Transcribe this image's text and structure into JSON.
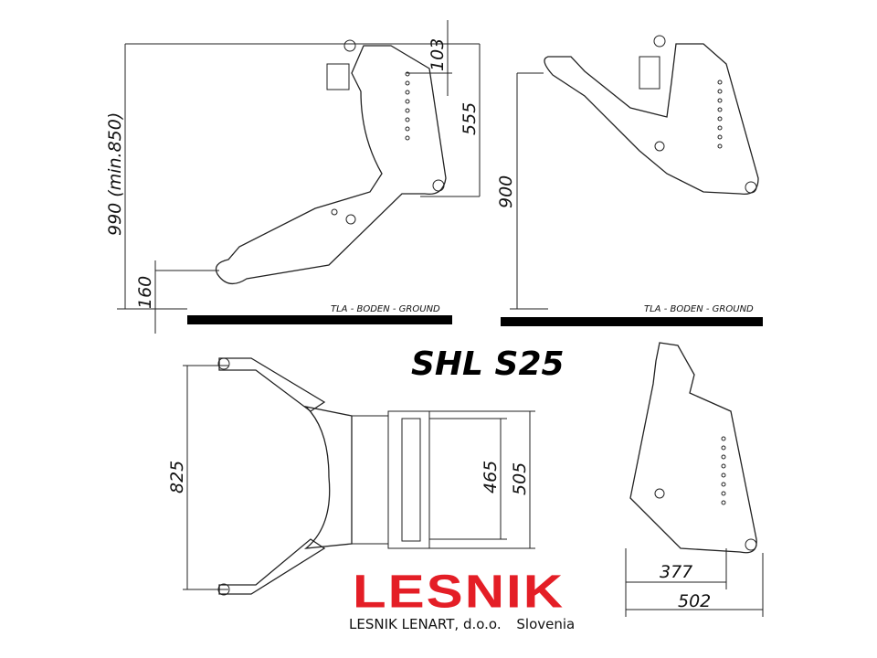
{
  "title": "SHL S25",
  "ground_label": "TLA - BODEN - GROUND",
  "dimensions": {
    "total_height": "990 (min.850)",
    "lower_hitch_height": "160",
    "top_offset": "103",
    "hole_range": "555",
    "right_view_height": "900",
    "outer_width": "825",
    "inner_width_a": "465",
    "inner_width_b": "505",
    "depth_a": "377",
    "depth_b": "502"
  },
  "logo": {
    "text": "LESNIK",
    "color": "#e41e26"
  },
  "company": {
    "name": "LESNIK LENART, d.o.o.",
    "country": "Slovenia"
  }
}
